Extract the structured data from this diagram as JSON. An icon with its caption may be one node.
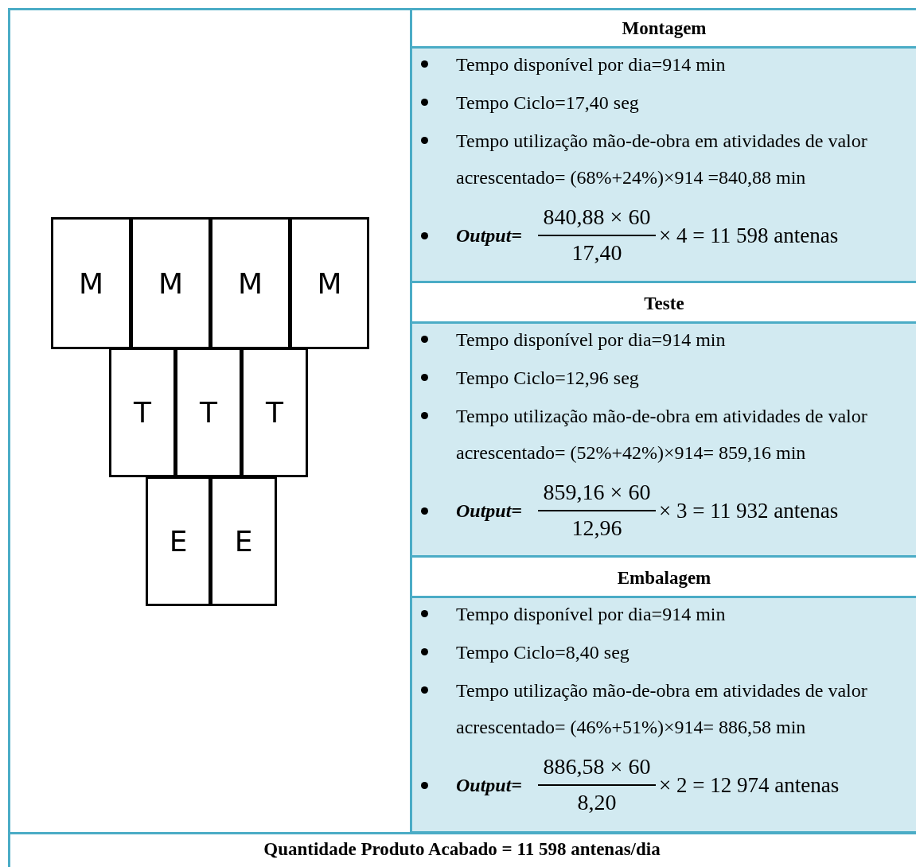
{
  "diagram": {
    "nodes": [
      {
        "text": [
          "M"
        ]
      },
      {
        "text": [
          "M"
        ]
      },
      {
        "text": [
          "M"
        ]
      },
      {
        "text": [
          "M"
        ]
      },
      {
        "text": [
          "T"
        ]
      },
      {
        "text": [
          "T"
        ]
      },
      {
        "text": [
          "T"
        ]
      },
      {
        "text": [
          "E"
        ]
      },
      {
        "text": [
          "E"
        ]
      }
    ],
    "edges": [],
    "labels": [
      "Montagem",
      "Tempo disponível por dia=914 min",
      "Tempo Ciclo=17,40 seg",
      "Tempo utilização mão-de-obra em atividades de valor acrescentado= (68%+24%)×914 =840,88 min",
      "Output=",
      "840,88 × 60",
      "17,40",
      "× 4 = 11 598 antenas",
      "Teste",
      "Tempo disponível por dia=914 min",
      "Tempo Ciclo=12,96 seg",
      "Tempo utilização mão-de-obra em atividades de valor acrescentado= (52%+42%)×914= 859,16 min",
      "Output=",
      "859,16 × 60",
      "12,96",
      "× 3 = 11 932 antenas",
      "Embalagem",
      "Tempo disponível por dia=914 min",
      "Tempo Ciclo=8,40 seg",
      "Tempo utilização mão-de-obra em atividades de valor acrescentado= (46%+51%)×914= 886,58 min",
      "Output=",
      "886,58 × 60",
      "8,20",
      "× 2 = 12 974 antenas",
      "Quantidade Produto Acabado = 11 598 antenas/dia"
    ]
  }
}
